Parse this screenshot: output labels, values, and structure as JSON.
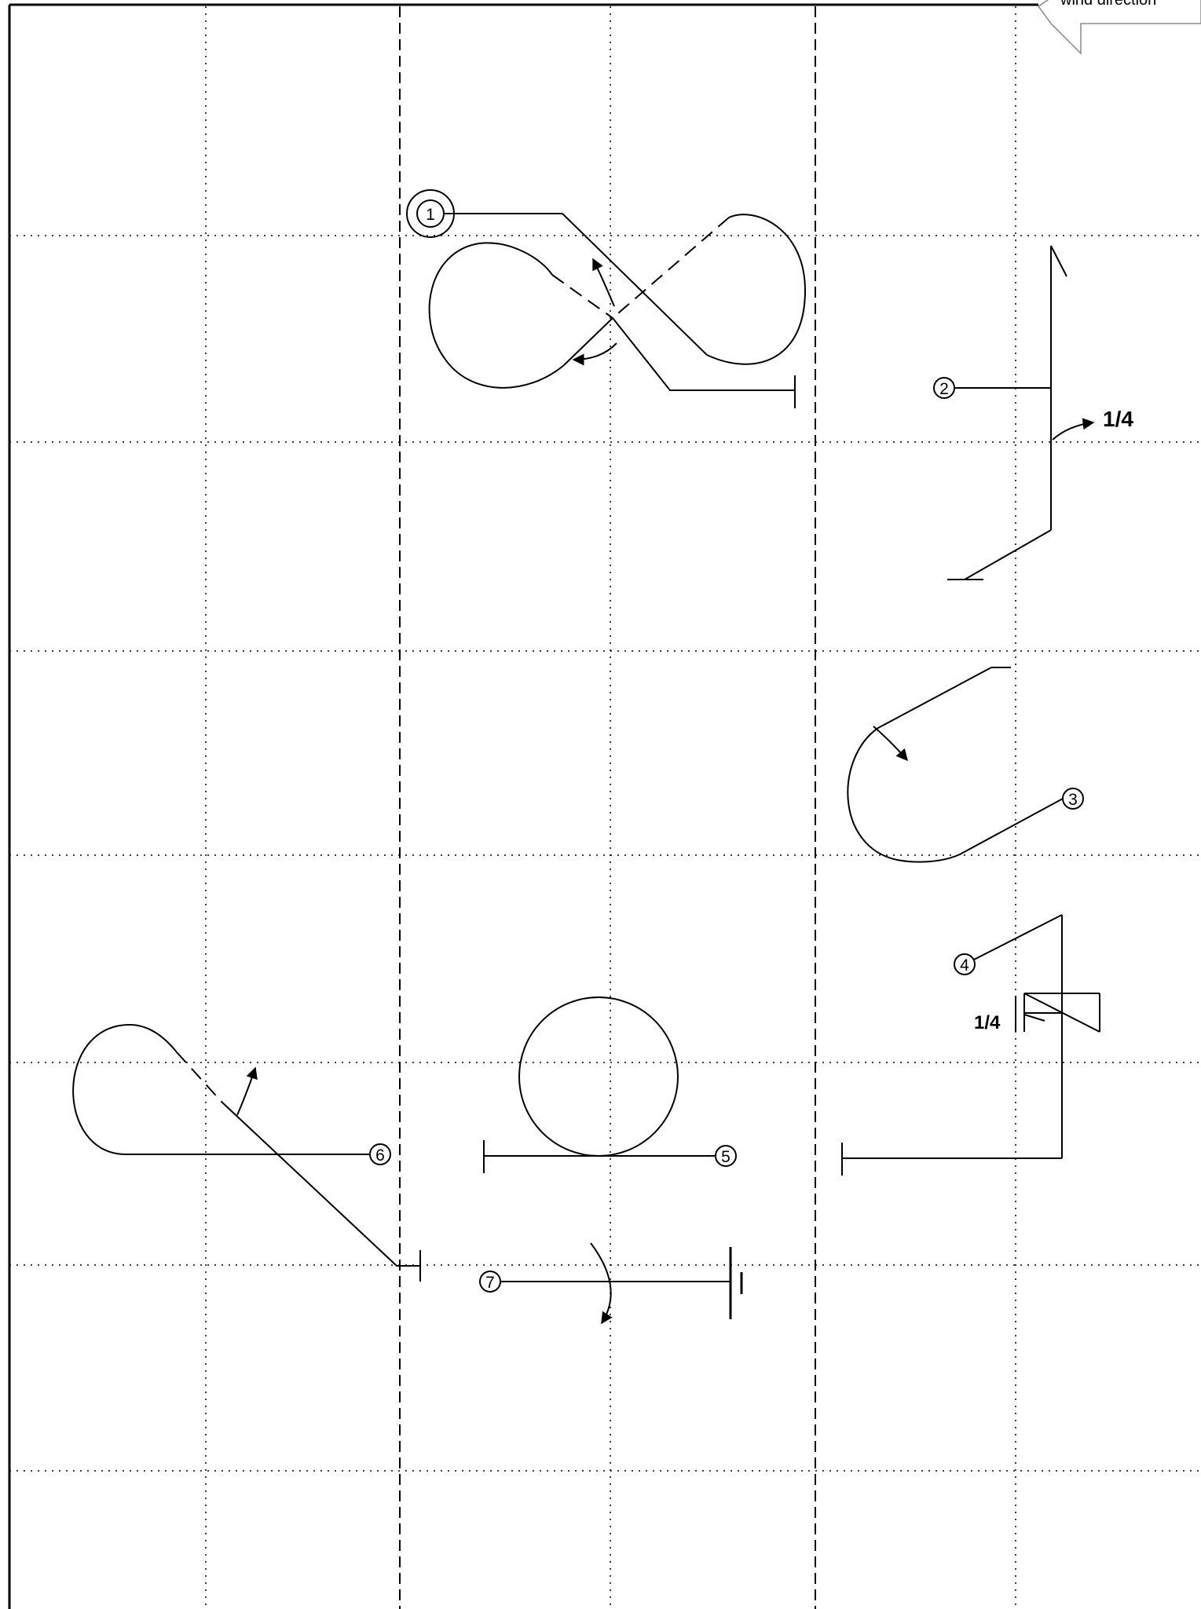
{
  "wind_label": "wind direction",
  "figures": [
    {
      "number": "1",
      "shape": "figure-eight"
    },
    {
      "number": "2",
      "shape": "zigzag",
      "fraction": "1/4"
    },
    {
      "number": "3",
      "shape": "half-loop"
    },
    {
      "number": "4",
      "shape": "snap-roll-line",
      "fraction": "1/4"
    },
    {
      "number": "5",
      "shape": "loop"
    },
    {
      "number": "6",
      "shape": "half-cuban"
    },
    {
      "number": "7",
      "shape": "rolling-line"
    }
  ],
  "colors": {
    "line": "#000000",
    "grid": "#000000",
    "background": "#ffffff",
    "callout": "#888888"
  }
}
